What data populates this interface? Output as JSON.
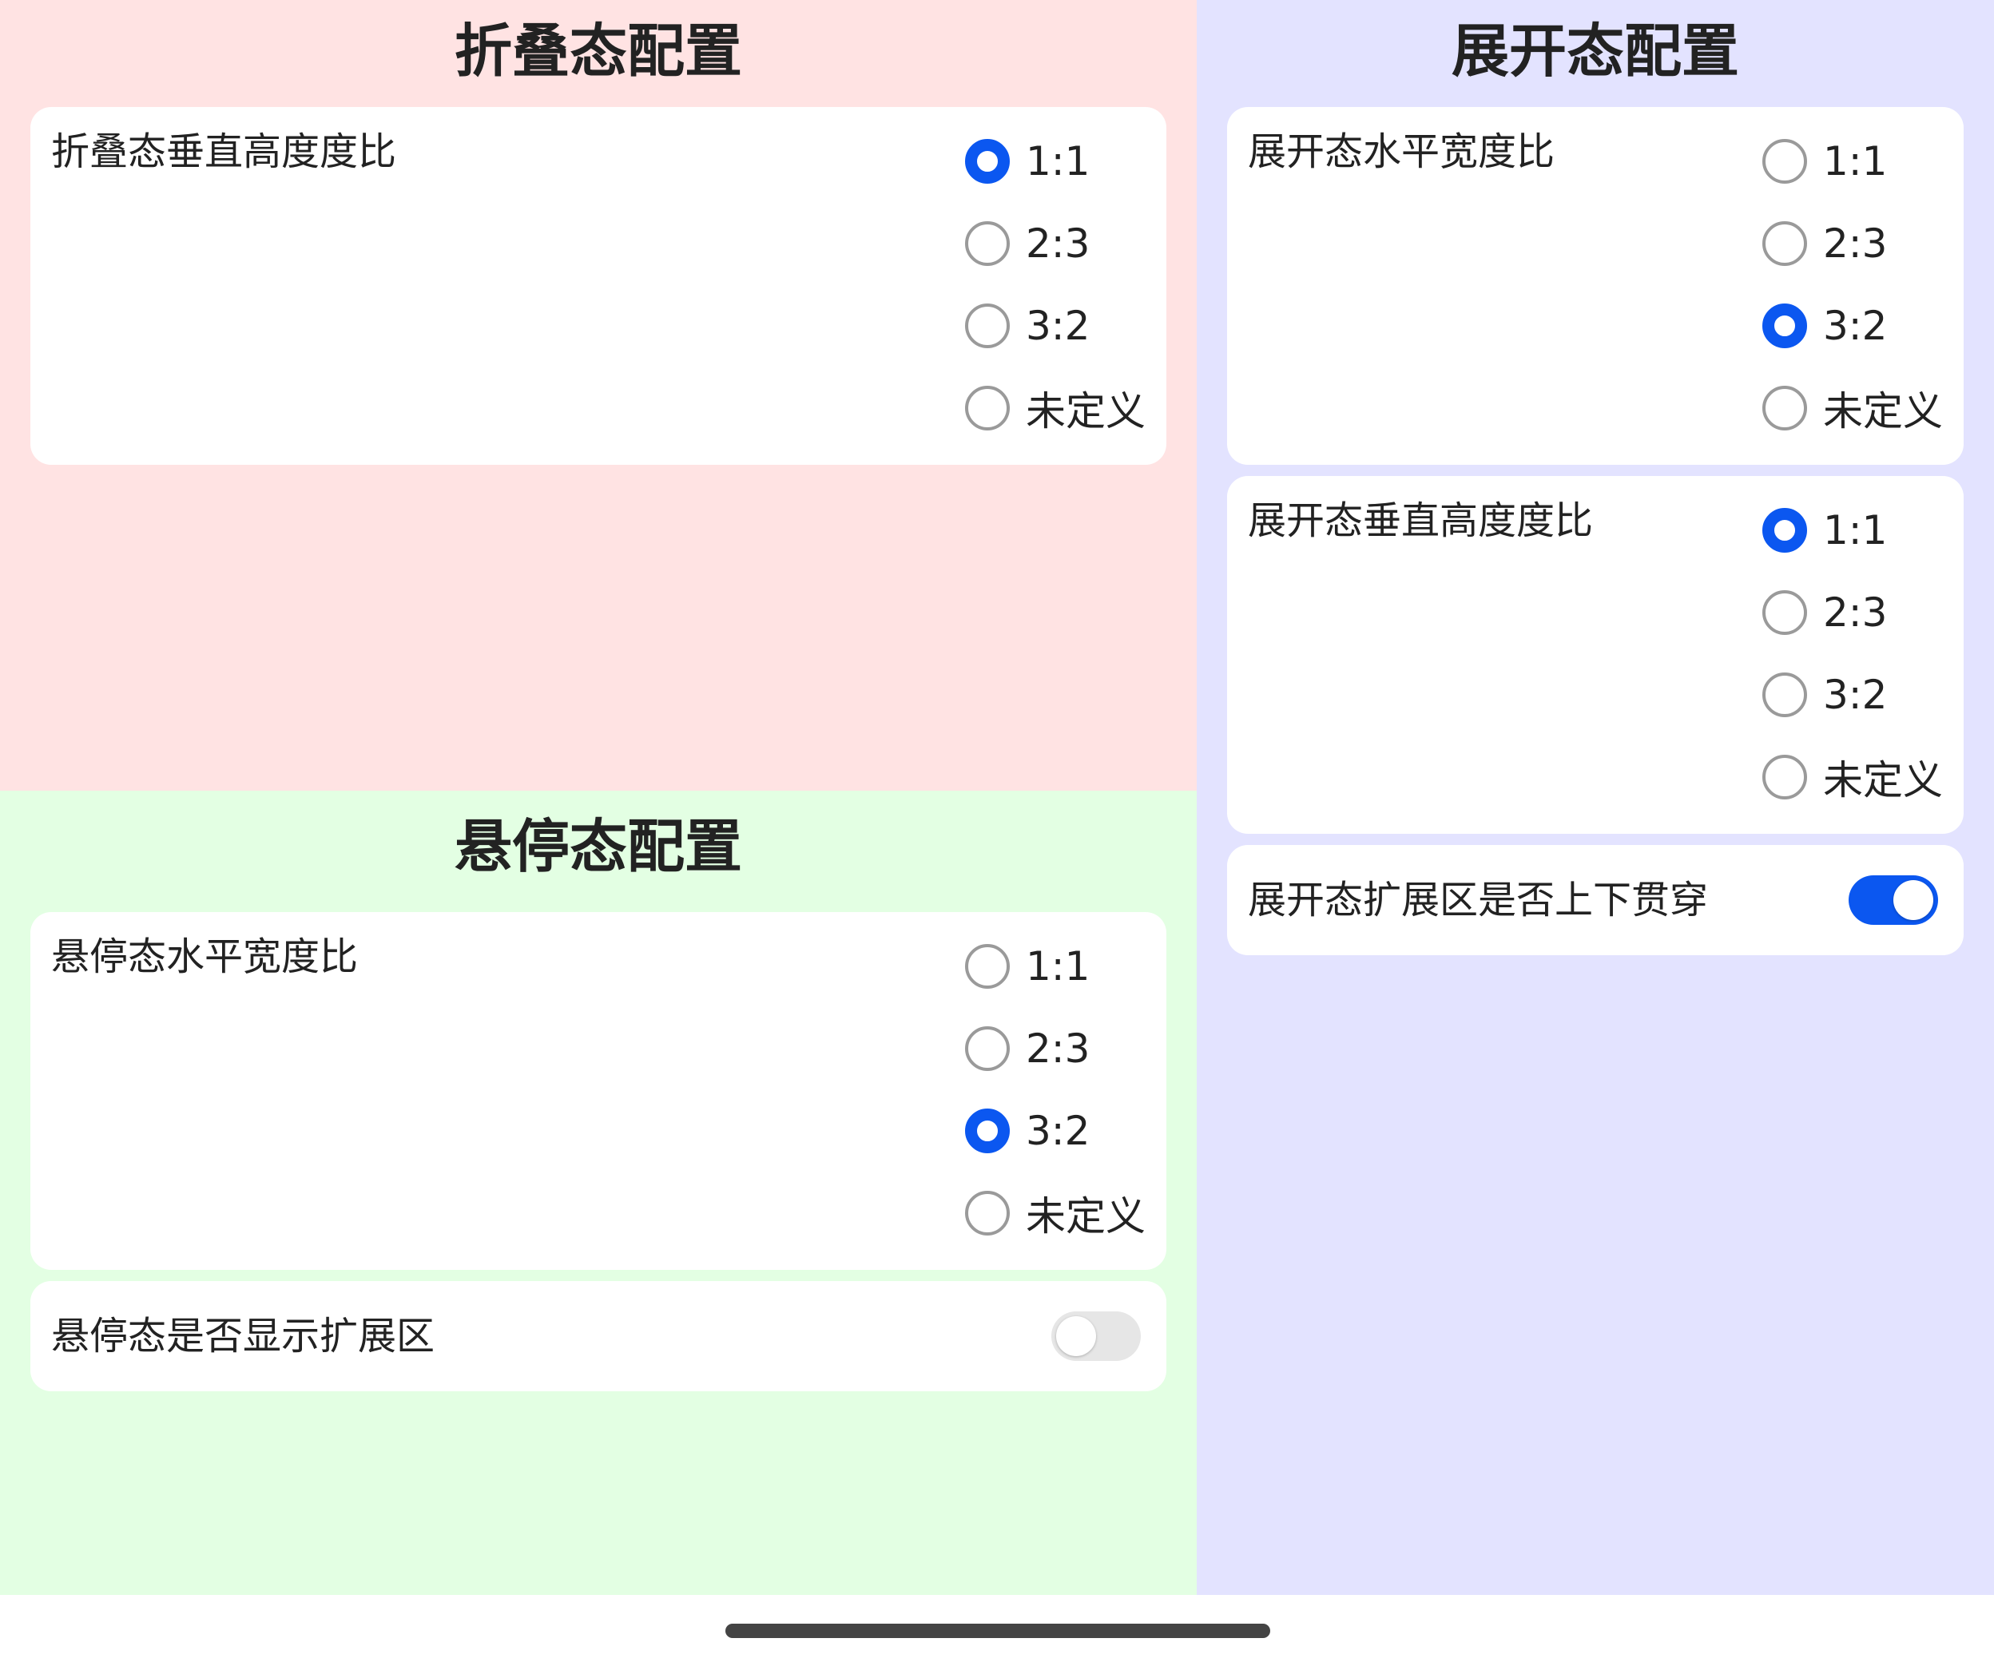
{
  "colors": {
    "folded_bg": "#ffe3e3",
    "hover_bg": "#e3ffe3",
    "expanded_bg": "#e3e3ff",
    "accent": "#0b57f0"
  },
  "folded": {
    "title": "折叠态配置",
    "vertical_ratio": {
      "label": "折叠态垂直高度度比",
      "options": [
        "1:1",
        "2:3",
        "3:2",
        "未定义"
      ],
      "selected": "1:1"
    }
  },
  "hover": {
    "title": "悬停态配置",
    "horizontal_ratio": {
      "label": "悬停态水平宽度比",
      "options": [
        "1:1",
        "2:3",
        "3:2",
        "未定义"
      ],
      "selected": "3:2"
    },
    "show_extension": {
      "label": "悬停态是否显示扩展区",
      "state": "off"
    }
  },
  "expanded": {
    "title": "展开态配置",
    "horizontal_ratio": {
      "label": "展开态水平宽度比",
      "options": [
        "1:1",
        "2:3",
        "3:2",
        "未定义"
      ],
      "selected": "3:2"
    },
    "vertical_ratio": {
      "label": "展开态垂直高度度比",
      "options": [
        "1:1",
        "2:3",
        "3:2",
        "未定义"
      ],
      "selected": "1:1"
    },
    "extension_span": {
      "label": "展开态扩展区是否上下贯穿",
      "state": "on"
    }
  }
}
